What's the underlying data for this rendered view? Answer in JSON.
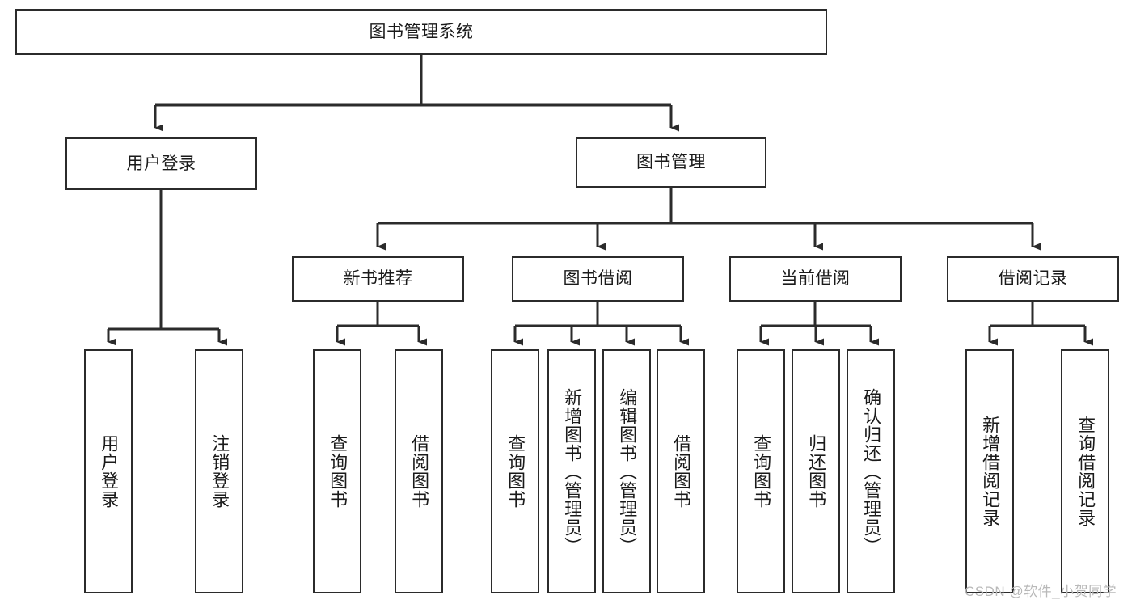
{
  "diagram": {
    "title": "图书管理系统",
    "type": "tree-hierarchy",
    "colors": {
      "stroke": "#2b2b2b",
      "fill": "#ffffff",
      "text": "#1a1a1a",
      "watermark": "#b9b9b9"
    },
    "root": {
      "label": "图书管理系统"
    },
    "level2": [
      {
        "label": "用户登录"
      },
      {
        "label": "图书管理"
      }
    ],
    "level3": [
      {
        "label": "新书推荐"
      },
      {
        "label": "图书借阅"
      },
      {
        "label": "当前借阅"
      },
      {
        "label": "借阅记录"
      }
    ],
    "leaves": {
      "user_login": [
        {
          "label": "用户登录"
        },
        {
          "label": "注销登录"
        }
      ],
      "new_book_recommend": [
        {
          "label": "查询图书"
        },
        {
          "label": "借阅图书"
        }
      ],
      "book_borrow": [
        {
          "label": "查询图书"
        },
        {
          "label": "新增图书（管理员）"
        },
        {
          "label": "编辑图书（管理员）"
        },
        {
          "label": "借阅图书"
        }
      ],
      "current_borrow": [
        {
          "label": "查询图书"
        },
        {
          "label": "归还图书"
        },
        {
          "label": "确认归还（管理员）"
        }
      ],
      "borrow_record": [
        {
          "label": "新增借阅记录"
        },
        {
          "label": "查询借阅记录"
        }
      ]
    },
    "watermark": "CSDN @软件_小贺同学"
  }
}
